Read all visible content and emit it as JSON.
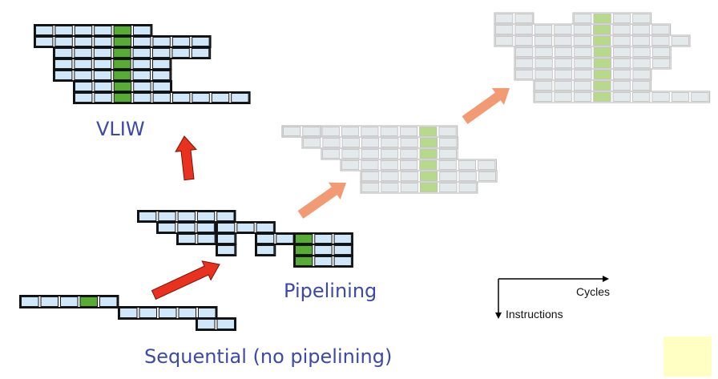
{
  "labels": {
    "vliw": "VLIW",
    "pipelining": "Pipelining",
    "sequential": "Sequential (no pipelining)",
    "cycles": "Cycles",
    "instructions": "Instructions"
  },
  "colors": {
    "cell_fill": "#cfe7f8",
    "cell_stroke": "#111111",
    "exec_fill": "#57ad33",
    "ghost_fill": "#e4e9ec",
    "ghost_stroke": "#bdbdbd",
    "ghost_exec": "#b6d98a",
    "arrow_red": "#e8311f",
    "arrow_orange": "#f29a73",
    "label_blue": "#3d49a8",
    "note_bg": "#ffffc4"
  },
  "arrow_icons": [
    "red-arrow-up",
    "red-arrow-diagonal",
    "orange-arrow-diagonal",
    "orange-arrow-diagonal"
  ]
}
